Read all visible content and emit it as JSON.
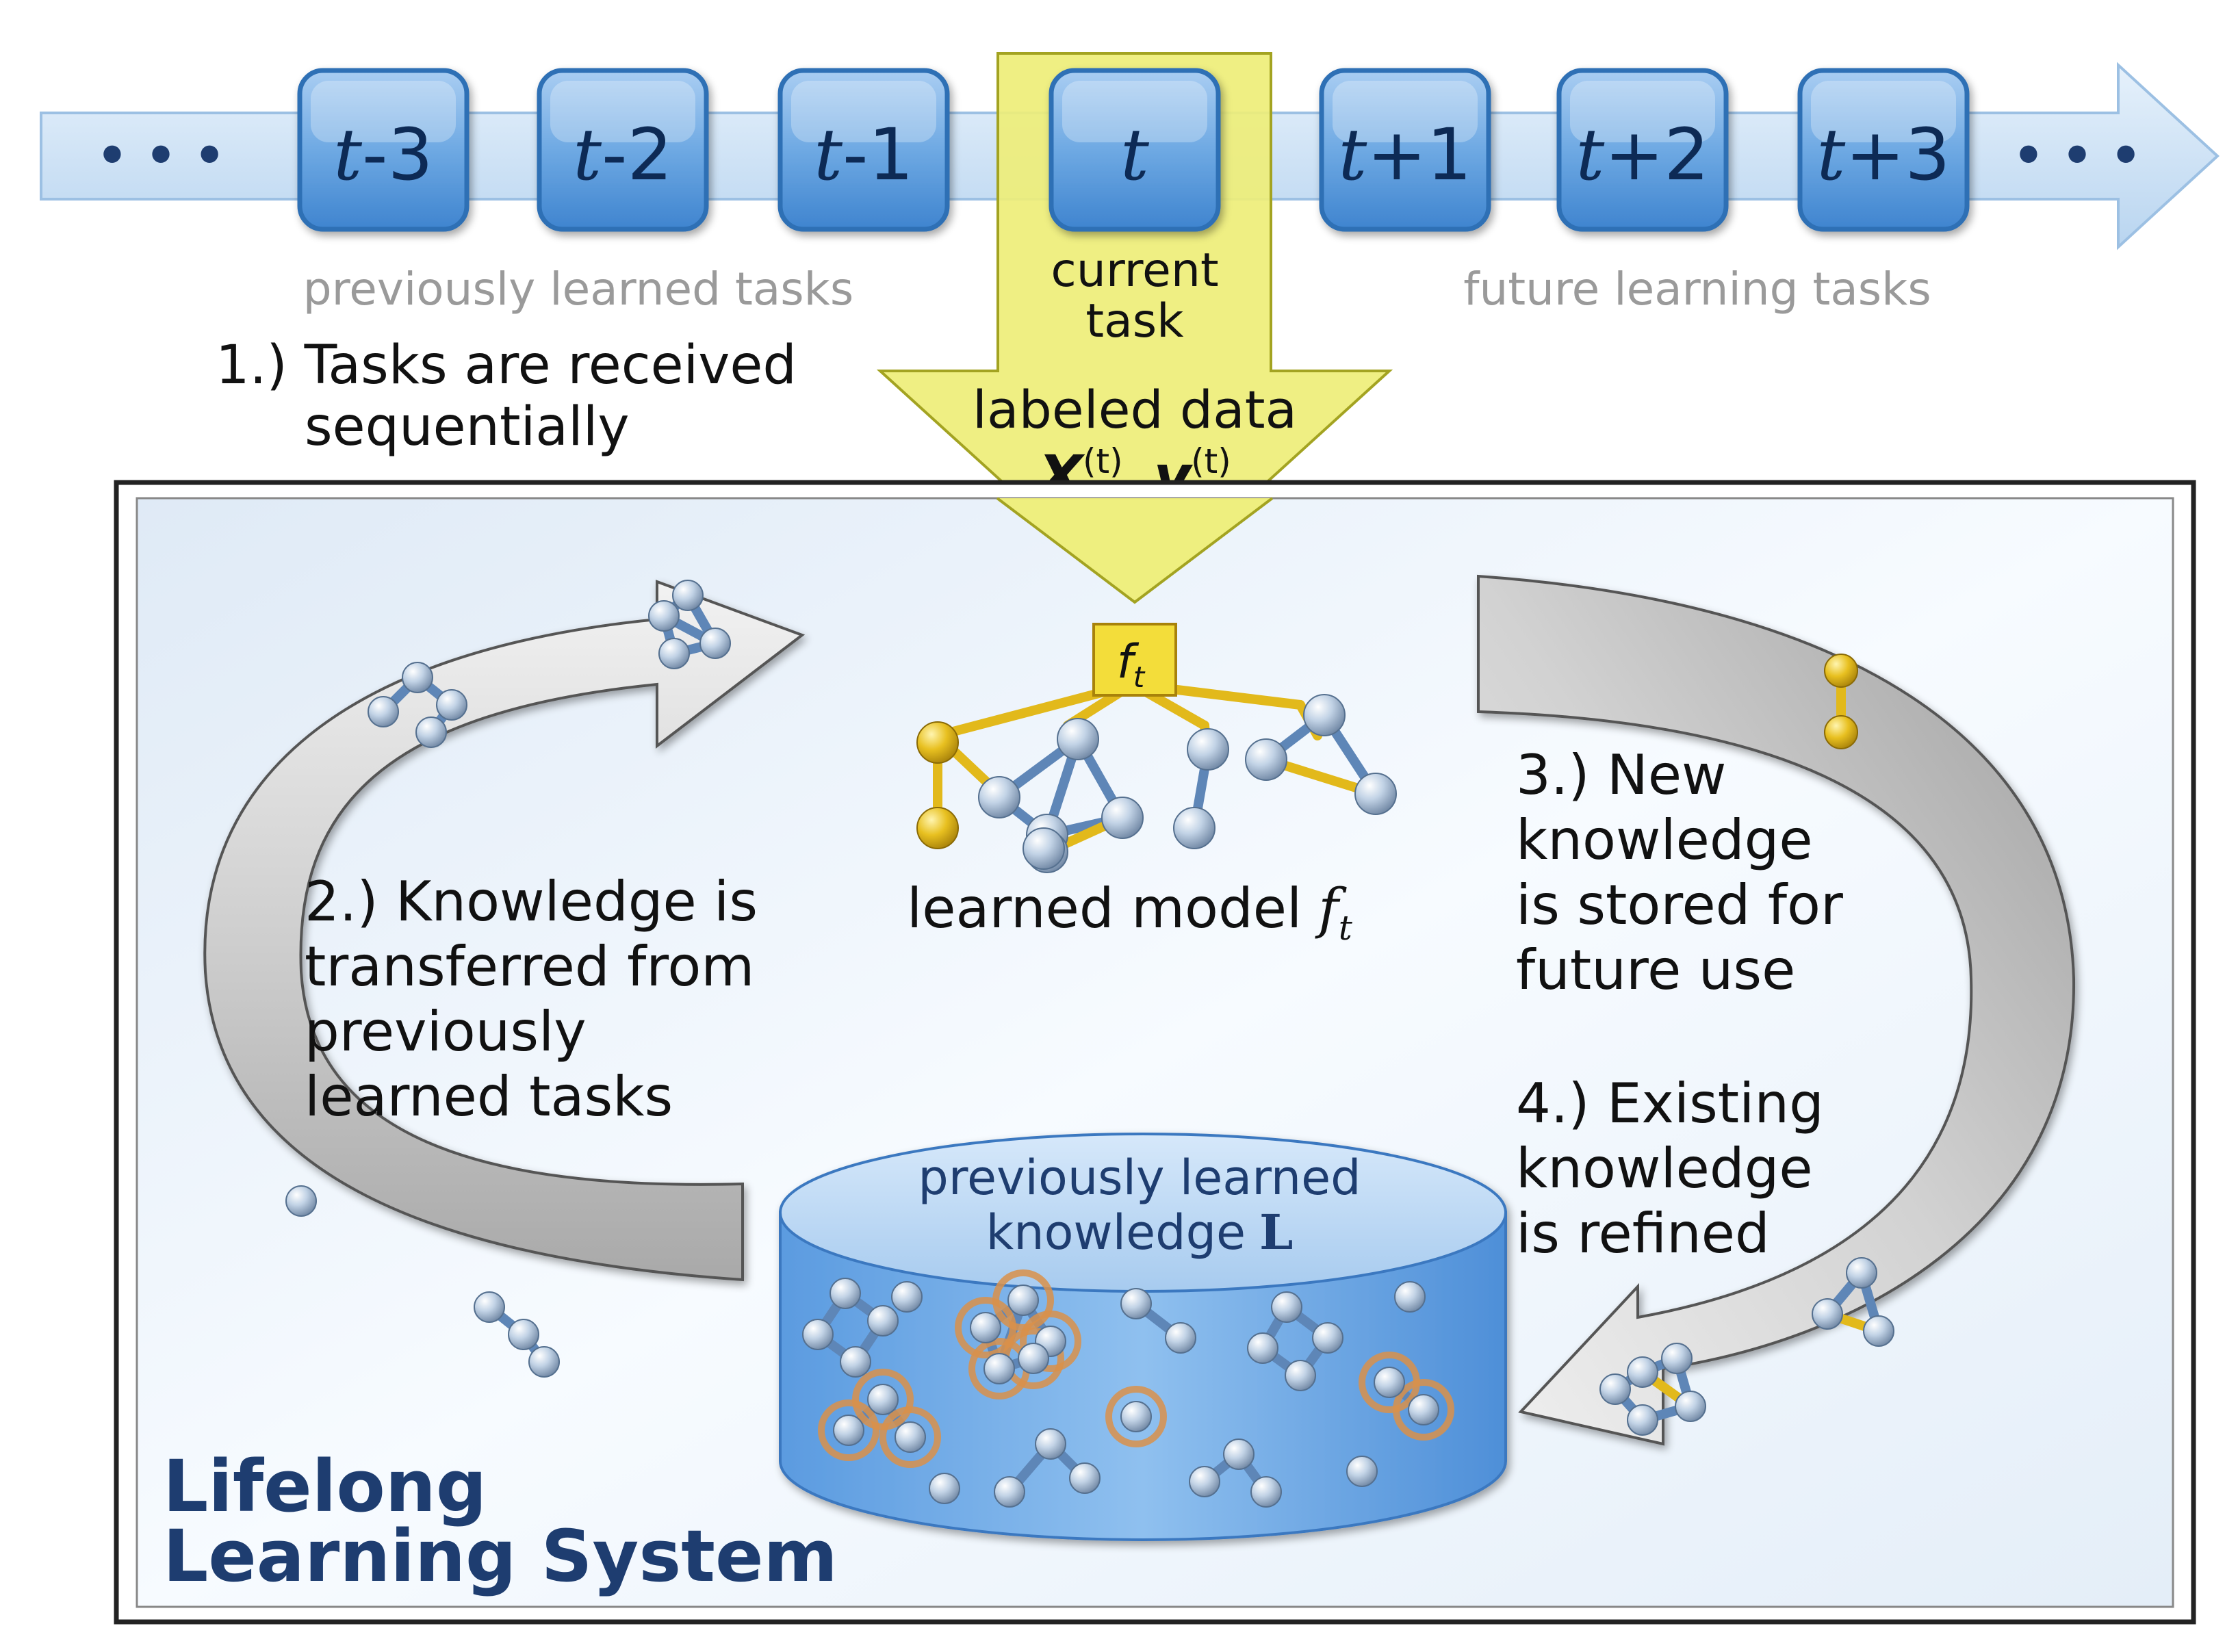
{
  "timeline": {
    "left_ellipsis": "• • •",
    "right_ellipsis": "• • •",
    "tasks": [
      {
        "base": "t",
        "suffix": "-3"
      },
      {
        "base": "t",
        "suffix": "-2"
      },
      {
        "base": "t",
        "suffix": "-1"
      },
      {
        "base": "t",
        "suffix": ""
      },
      {
        "base": "t",
        "suffix": "+1"
      },
      {
        "base": "t",
        "suffix": "+2"
      },
      {
        "base": "t",
        "suffix": "+3"
      }
    ],
    "previous_label": "previously learned tasks",
    "current_label_line1": "current",
    "current_label_line2": "task",
    "future_label": "future learning tasks"
  },
  "input_arrow": {
    "line1": "labeled data",
    "X": "X",
    "y": "y",
    "superscript": "(t)",
    "comma": ","
  },
  "steps": {
    "step1": {
      "line1": "1.) Tasks are received",
      "line2": "sequentially"
    },
    "step2": {
      "line1": "2.) Knowledge is",
      "line2": "transferred from",
      "line3": "previously",
      "line4": "learned tasks"
    },
    "step3": {
      "line1": "3.) New",
      "line2": "knowledge",
      "line3": "is stored for",
      "line4": "future use"
    },
    "step4": {
      "line1": "4.) Existing",
      "line2": "knowledge",
      "line3": "is refined"
    }
  },
  "model": {
    "node_f": "f",
    "node_sub": "t",
    "label_text": "learned model",
    "label_f": "f",
    "label_sub": "t"
  },
  "knowledge_base": {
    "line1": "previously learned",
    "line2_text": "knowledge",
    "line2_symbol": "L"
  },
  "system_title": {
    "line1": "Lifelong",
    "line2": "Learning System"
  },
  "colors": {
    "task_box": "#6fa8e0",
    "task_box_border": "#2f6fb5",
    "timeline_arrow": "#cfe3f5",
    "current_highlight": "#eeee78",
    "gold": "#e8c020",
    "system_title": "#1e3d70",
    "kb_cylinder": "#5f9fe0",
    "gray_arrow": "#c8c8c8"
  }
}
